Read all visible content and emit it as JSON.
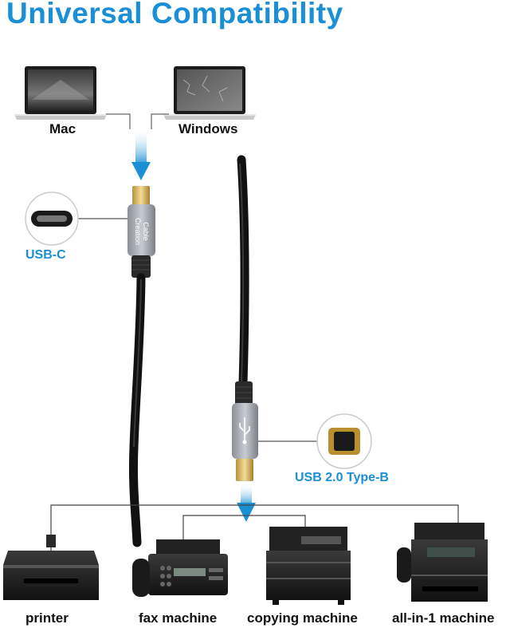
{
  "title": "Universal Compatibility",
  "sources": [
    {
      "label": "Mac",
      "icon": "laptop-icon"
    },
    {
      "label": "Windows",
      "icon": "laptop-icon"
    }
  ],
  "connectors": {
    "usb_c": "USB-C",
    "usb_b": "USB 2.0 Type-B",
    "brand": "Cable Creation"
  },
  "devices": [
    {
      "label": "printer",
      "icon": "printer-icon"
    },
    {
      "label": "fax machine",
      "icon": "fax-machine-icon"
    },
    {
      "label": "copying machine",
      "icon": "copier-icon"
    },
    {
      "label": "all-in-1 machine",
      "icon": "all-in-one-icon"
    }
  ],
  "colors": {
    "accent": "#1a8fd6"
  }
}
